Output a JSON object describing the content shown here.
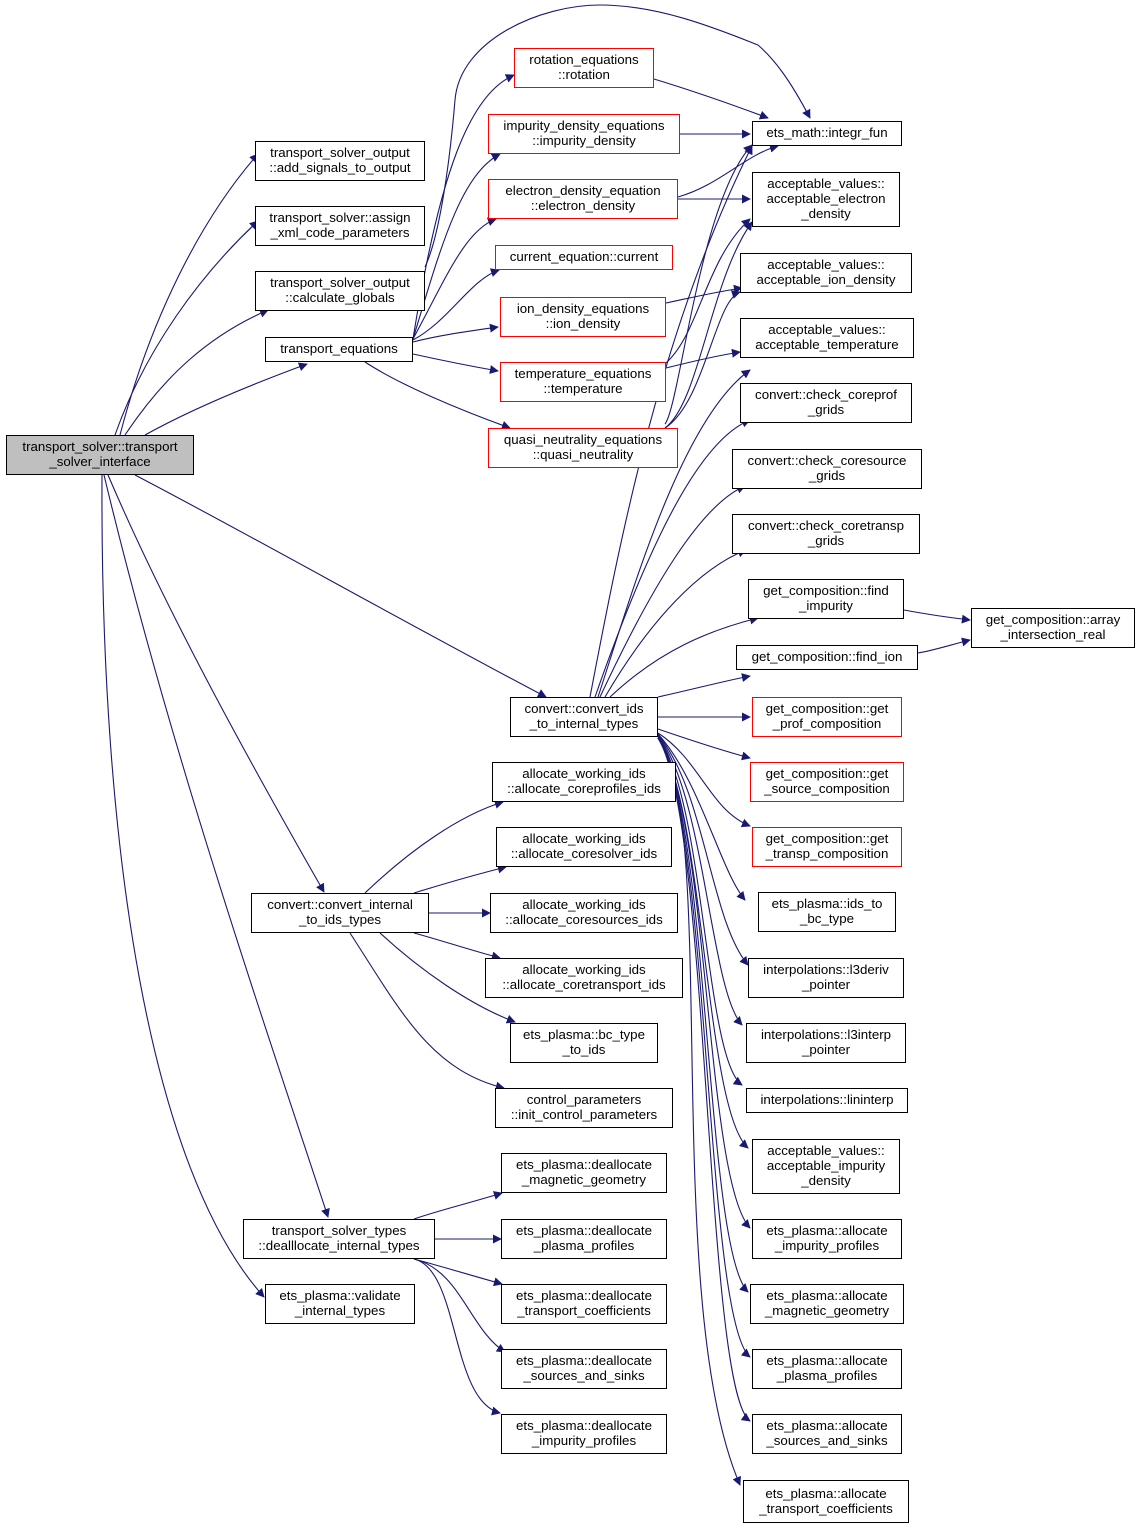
{
  "diagram": {
    "nodes": {
      "root": {
        "lines": [
          "transport_solver::transport",
          "_solver_interface"
        ]
      },
      "add_signals": {
        "lines": [
          "transport_solver_output",
          "::add_signals_to_output"
        ]
      },
      "assign_xml": {
        "lines": [
          "transport_solver::assign",
          "_xml_code_parameters"
        ]
      },
      "calc_globals": {
        "lines": [
          "transport_solver_output",
          "::calculate_globals"
        ]
      },
      "transport_eq": {
        "lines": [
          "transport_equations"
        ]
      },
      "rotation": {
        "lines": [
          "rotation_equations",
          "::rotation"
        ]
      },
      "impurity_density": {
        "lines": [
          "impurity_density_equations",
          "::impurity_density"
        ]
      },
      "electron_density": {
        "lines": [
          "electron_density_equation",
          "::electron_density"
        ]
      },
      "current": {
        "lines": [
          "current_equation::current"
        ]
      },
      "ion_density": {
        "lines": [
          "ion_density_equations",
          "::ion_density"
        ]
      },
      "temperature": {
        "lines": [
          "temperature_equations",
          "::temperature"
        ]
      },
      "quasi": {
        "lines": [
          "quasi_neutrality_equations",
          "::quasi_neutrality"
        ]
      },
      "integr_fun": {
        "lines": [
          "ets_math::integr_fun"
        ]
      },
      "acc_electron": {
        "lines": [
          "acceptable_values::",
          "acceptable_electron",
          "_density"
        ]
      },
      "acc_ion": {
        "lines": [
          "acceptable_values::",
          "acceptable_ion_density"
        ]
      },
      "acc_temp": {
        "lines": [
          "acceptable_values::",
          "acceptable_temperature"
        ]
      },
      "chk_coreprof": {
        "lines": [
          "convert::check_coreprof",
          "_grids"
        ]
      },
      "chk_coresource": {
        "lines": [
          "convert::check_coresource",
          "_grids"
        ]
      },
      "chk_coretransp": {
        "lines": [
          "convert::check_coretransp",
          "_grids"
        ]
      },
      "find_impurity": {
        "lines": [
          "get_composition::find",
          "_impurity"
        ]
      },
      "array_inter": {
        "lines": [
          "get_composition::array",
          "_intersection_real"
        ]
      },
      "find_ion": {
        "lines": [
          "get_composition::find_ion"
        ]
      },
      "convert_ids": {
        "lines": [
          "convert::convert_ids",
          "_to_internal_types"
        ]
      },
      "get_prof": {
        "lines": [
          "get_composition::get",
          "_prof_composition"
        ]
      },
      "get_source": {
        "lines": [
          "get_composition::get",
          "_source_composition"
        ]
      },
      "get_transp": {
        "lines": [
          "get_composition::get",
          "_transp_composition"
        ]
      },
      "alloc_coreprofiles": {
        "lines": [
          "allocate_working_ids",
          "::allocate_coreprofiles_ids"
        ]
      },
      "alloc_coresolver": {
        "lines": [
          "allocate_working_ids",
          "::allocate_coresolver_ids"
        ]
      },
      "alloc_coresources": {
        "lines": [
          "allocate_working_ids",
          "::allocate_coresources_ids"
        ]
      },
      "alloc_coretransport": {
        "lines": [
          "allocate_working_ids",
          "::allocate_coretransport_ids"
        ]
      },
      "bc_type_to_ids": {
        "lines": [
          "ets_plasma::bc_type",
          "_to_ids"
        ]
      },
      "init_control": {
        "lines": [
          "control_parameters",
          "::init_control_parameters"
        ]
      },
      "convert_internal": {
        "lines": [
          "convert::convert_internal",
          "_to_ids_types"
        ]
      },
      "ids_to_bc": {
        "lines": [
          "ets_plasma::ids_to",
          "_bc_type"
        ]
      },
      "l3deriv": {
        "lines": [
          "interpolations::l3deriv",
          "_pointer"
        ]
      },
      "l3interp": {
        "lines": [
          "interpolations::l3interp",
          "_pointer"
        ]
      },
      "lininterp": {
        "lines": [
          "interpolations::lininterp"
        ]
      },
      "acc_impurity": {
        "lines": [
          "acceptable_values::",
          "acceptable_impurity",
          "_density"
        ]
      },
      "dealloc_mag": {
        "lines": [
          "ets_plasma::deallocate",
          "_magnetic_geometry"
        ]
      },
      "dealloc_internal": {
        "lines": [
          "transport_solver_types",
          "::dealllocate_internal_types"
        ]
      },
      "dealloc_plasma": {
        "lines": [
          "ets_plasma::deallocate",
          "_plasma_profiles"
        ]
      },
      "dealloc_transport": {
        "lines": [
          "ets_plasma::deallocate",
          "_transport_coefficients"
        ]
      },
      "dealloc_sources": {
        "lines": [
          "ets_plasma::deallocate",
          "_sources_and_sinks"
        ]
      },
      "dealloc_impurity": {
        "lines": [
          "ets_plasma::deallocate",
          "_impurity_profiles"
        ]
      },
      "validate": {
        "lines": [
          "ets_plasma::validate",
          "_internal_types"
        ]
      },
      "alloc_impurity": {
        "lines": [
          "ets_plasma::allocate",
          "_impurity_profiles"
        ]
      },
      "alloc_mag": {
        "lines": [
          "ets_plasma::allocate",
          "_magnetic_geometry"
        ]
      },
      "alloc_plasma": {
        "lines": [
          "ets_plasma::allocate",
          "_plasma_profiles"
        ]
      },
      "alloc_sources": {
        "lines": [
          "ets_plasma::allocate",
          "_sources_and_sinks"
        ]
      },
      "alloc_transport": {
        "lines": [
          "ets_plasma::allocate",
          "_transport_coefficients"
        ]
      }
    },
    "colors": {
      "edge": "#191970",
      "node_border": "#000000",
      "node_border_unresolved": "#ff0000",
      "root_fill": "#bfbfbf"
    }
  }
}
